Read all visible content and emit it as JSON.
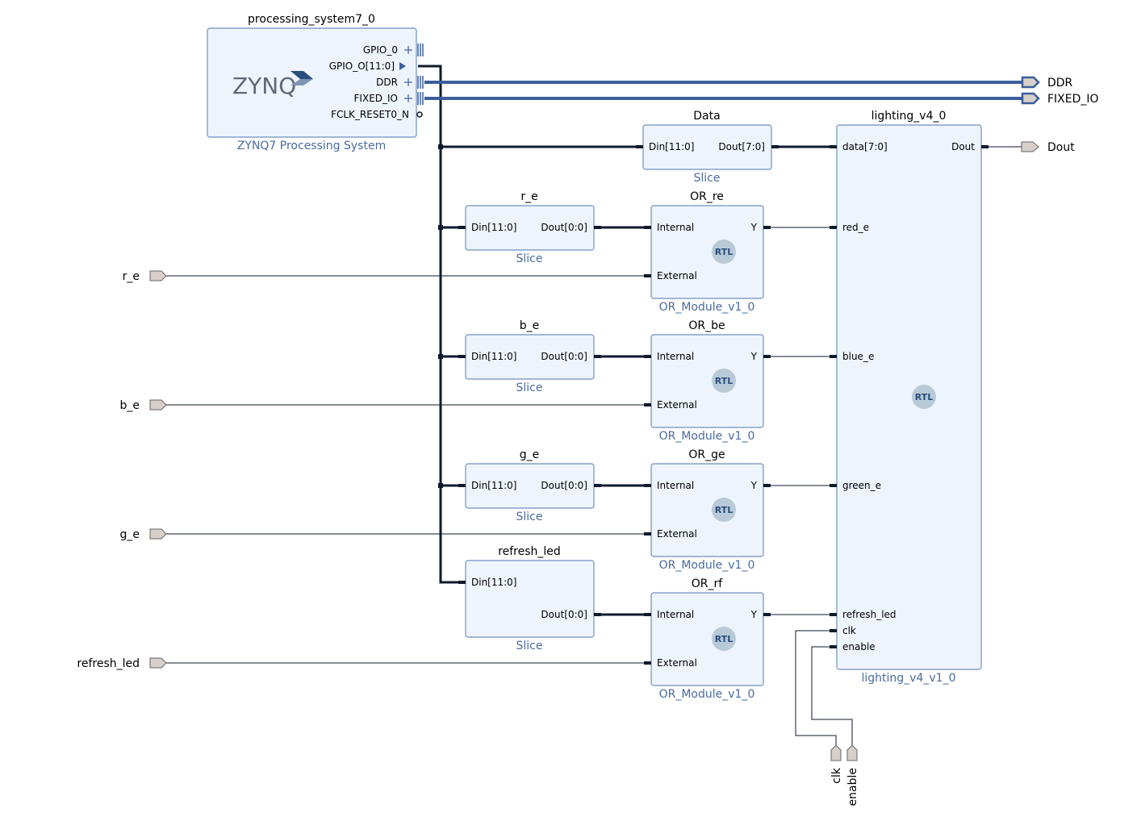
{
  "processing_system": {
    "instance": "processing_system7_0",
    "type": "ZYNQ7 Processing System",
    "logo": "ZYNQ",
    "pins": {
      "gpio_0": "GPIO_0",
      "gpio_o": "GPIO_O[11:0]",
      "ddr": "DDR",
      "fixed_io": "FIXED_IO",
      "fclk": "FCLK_RESET0_N"
    }
  },
  "data_slice": {
    "instance": "Data",
    "type": "Slice",
    "din": "Din[11:0]",
    "dout": "Dout[7:0]"
  },
  "slices": [
    {
      "instance": "r_e",
      "type": "Slice",
      "din": "Din[11:0]",
      "dout": "Dout[0:0]"
    },
    {
      "instance": "b_e",
      "type": "Slice",
      "din": "Din[11:0]",
      "dout": "Dout[0:0]"
    },
    {
      "instance": "g_e",
      "type": "Slice",
      "din": "Din[11:0]",
      "dout": "Dout[0:0]"
    },
    {
      "instance": "refresh_led",
      "type": "Slice",
      "din": "Din[11:0]",
      "dout": "Dout[0:0]"
    }
  ],
  "or_modules": [
    {
      "instance": "OR_re",
      "type": "OR_Module_v1_0",
      "internal": "Internal",
      "external": "External",
      "y": "Y",
      "badge": "RTL"
    },
    {
      "instance": "OR_be",
      "type": "OR_Module_v1_0",
      "internal": "Internal",
      "external": "External",
      "y": "Y",
      "badge": "RTL"
    },
    {
      "instance": "OR_ge",
      "type": "OR_Module_v1_0",
      "internal": "Internal",
      "external": "External",
      "y": "Y",
      "badge": "RTL"
    },
    {
      "instance": "OR_rf",
      "type": "OR_Module_v1_0",
      "internal": "Internal",
      "external": "External",
      "y": "Y",
      "badge": "RTL"
    }
  ],
  "lighting": {
    "instance": "lighting_v4_0",
    "type": "lighting_v4_v1_0",
    "badge": "RTL",
    "pins": {
      "data": "data[7:0]",
      "dout": "Dout",
      "red_e": "red_e",
      "blue_e": "blue_e",
      "green_e": "green_e",
      "refresh_led": "refresh_led",
      "clk": "clk",
      "enable": "enable"
    }
  },
  "external_ports": {
    "ddr": "DDR",
    "fixed_io": "FIXED_IO",
    "dout": "Dout",
    "r_e": "r_e",
    "b_e": "b_e",
    "g_e": "g_e",
    "refresh_led": "refresh_led",
    "clk": "clk",
    "enable": "enable"
  },
  "colors": {
    "block_fill": "#eef4fc",
    "block_stroke": "#6f8fc0",
    "wire": "#0d1a2c",
    "interface_bus": "#3a5f9c",
    "type_label": "#4a6aa0"
  }
}
